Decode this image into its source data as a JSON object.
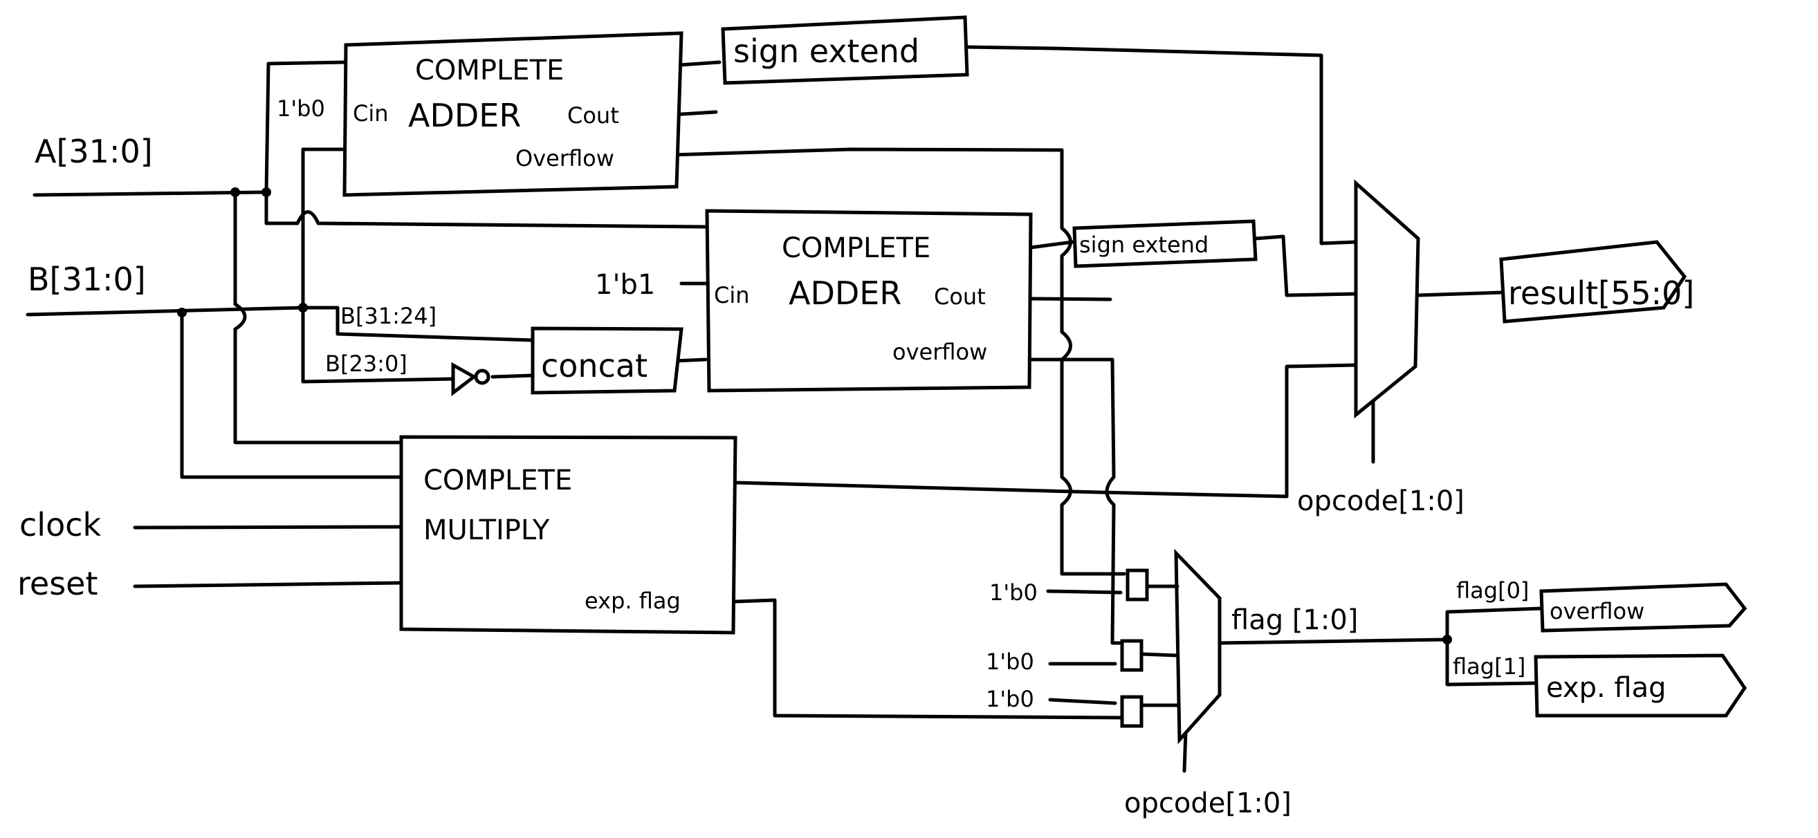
{
  "inputs": {
    "a": "A[31:0]",
    "b": "B[31:0]",
    "clock": "clock",
    "reset": "reset"
  },
  "adder1": {
    "title": "COMPLETE",
    "name": "ADDER",
    "cin_label": "Cin",
    "cout_label": "Cout",
    "overflow_label": "Overflow",
    "cin_value": "1'b0"
  },
  "adder2": {
    "title": "COMPLETE",
    "name": "ADDER",
    "cin_label": "Cin",
    "cout_label": "Cout",
    "overflow_label": "overflow",
    "cin_value": "1'b1"
  },
  "sign_extend_1": "sign extend",
  "sign_extend_2": "sign extend",
  "b_upper": "B[31:24]",
  "b_lower": "B[23:0]",
  "concat": "concat",
  "multiplier": {
    "title": "COMPLETE",
    "name": "MULTIPLY",
    "exp_flag_label": "exp. flag"
  },
  "result_mux": {
    "select_label": "opcode[1:0]"
  },
  "result_output": "result[55:0]",
  "flag_mux": {
    "select_label": "opcode[1:0]",
    "const_inputs": [
      "1'b0",
      "1'b0",
      "1'b0"
    ]
  },
  "flag_bus": "flag [1:0]",
  "flag0": "flag[0]",
  "flag1": "flag[1]",
  "overflow_output": "overflow",
  "exp_flag_output": "exp. flag"
}
